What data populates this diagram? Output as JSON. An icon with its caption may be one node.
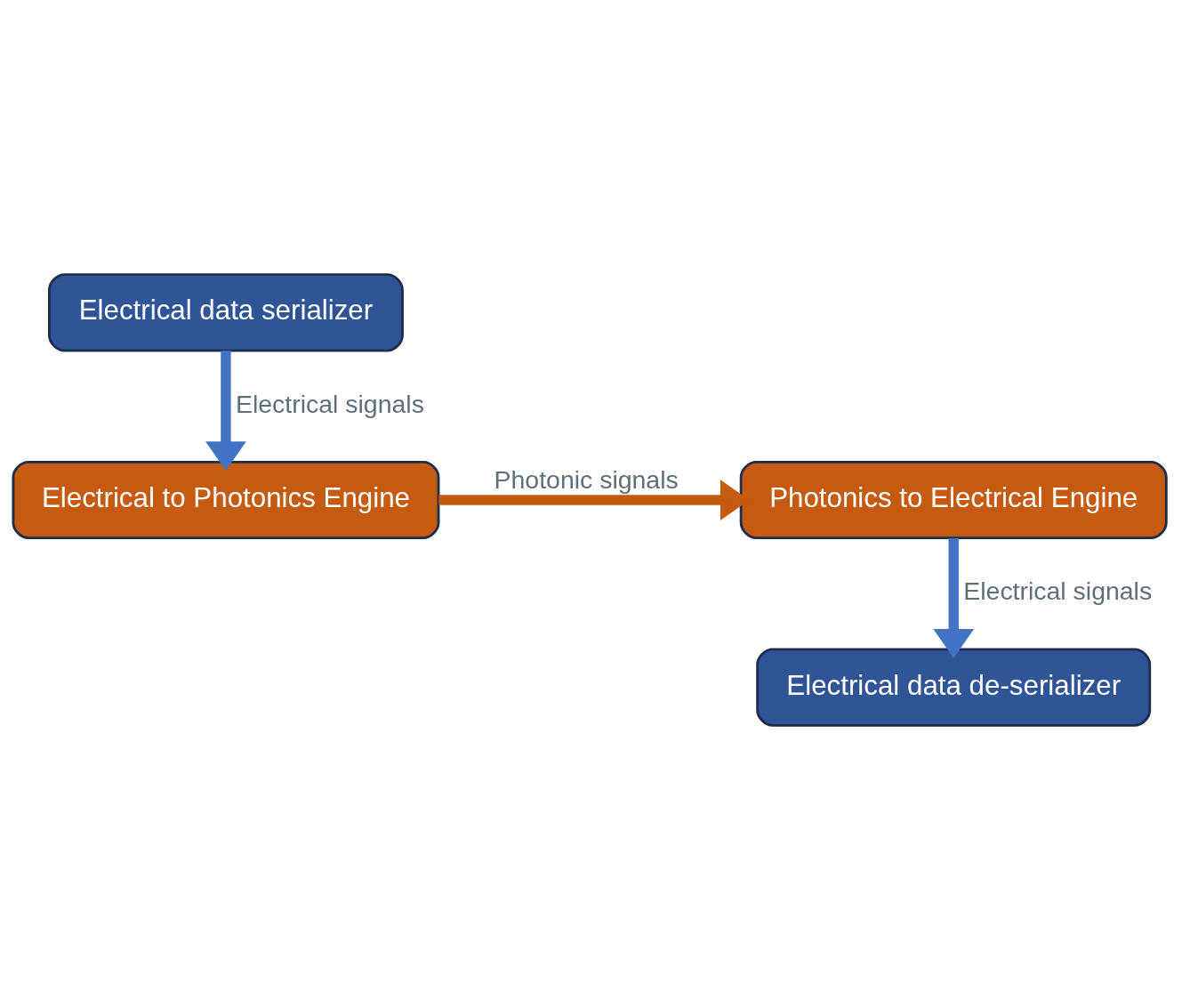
{
  "diagram": {
    "nodes": [
      {
        "text": [
          "Electrical data serializer"
        ]
      },
      {
        "text": [
          "Electrical to Photonics Engine"
        ]
      },
      {
        "text": [
          "Photonics to Electrical Engine"
        ]
      },
      {
        "text": [
          "Electrical data de-serializer"
        ]
      }
    ],
    "edges": [
      {
        "from": 0,
        "to": 1,
        "arrow": "to",
        "label": "Electrical signals"
      },
      {
        "from": 1,
        "to": 2,
        "arrow": "to",
        "label": "Photonic signals",
        "color": "#c55a11"
      },
      {
        "from": 2,
        "to": 3,
        "arrow": "to",
        "label": "Electrical signals"
      }
    ]
  }
}
